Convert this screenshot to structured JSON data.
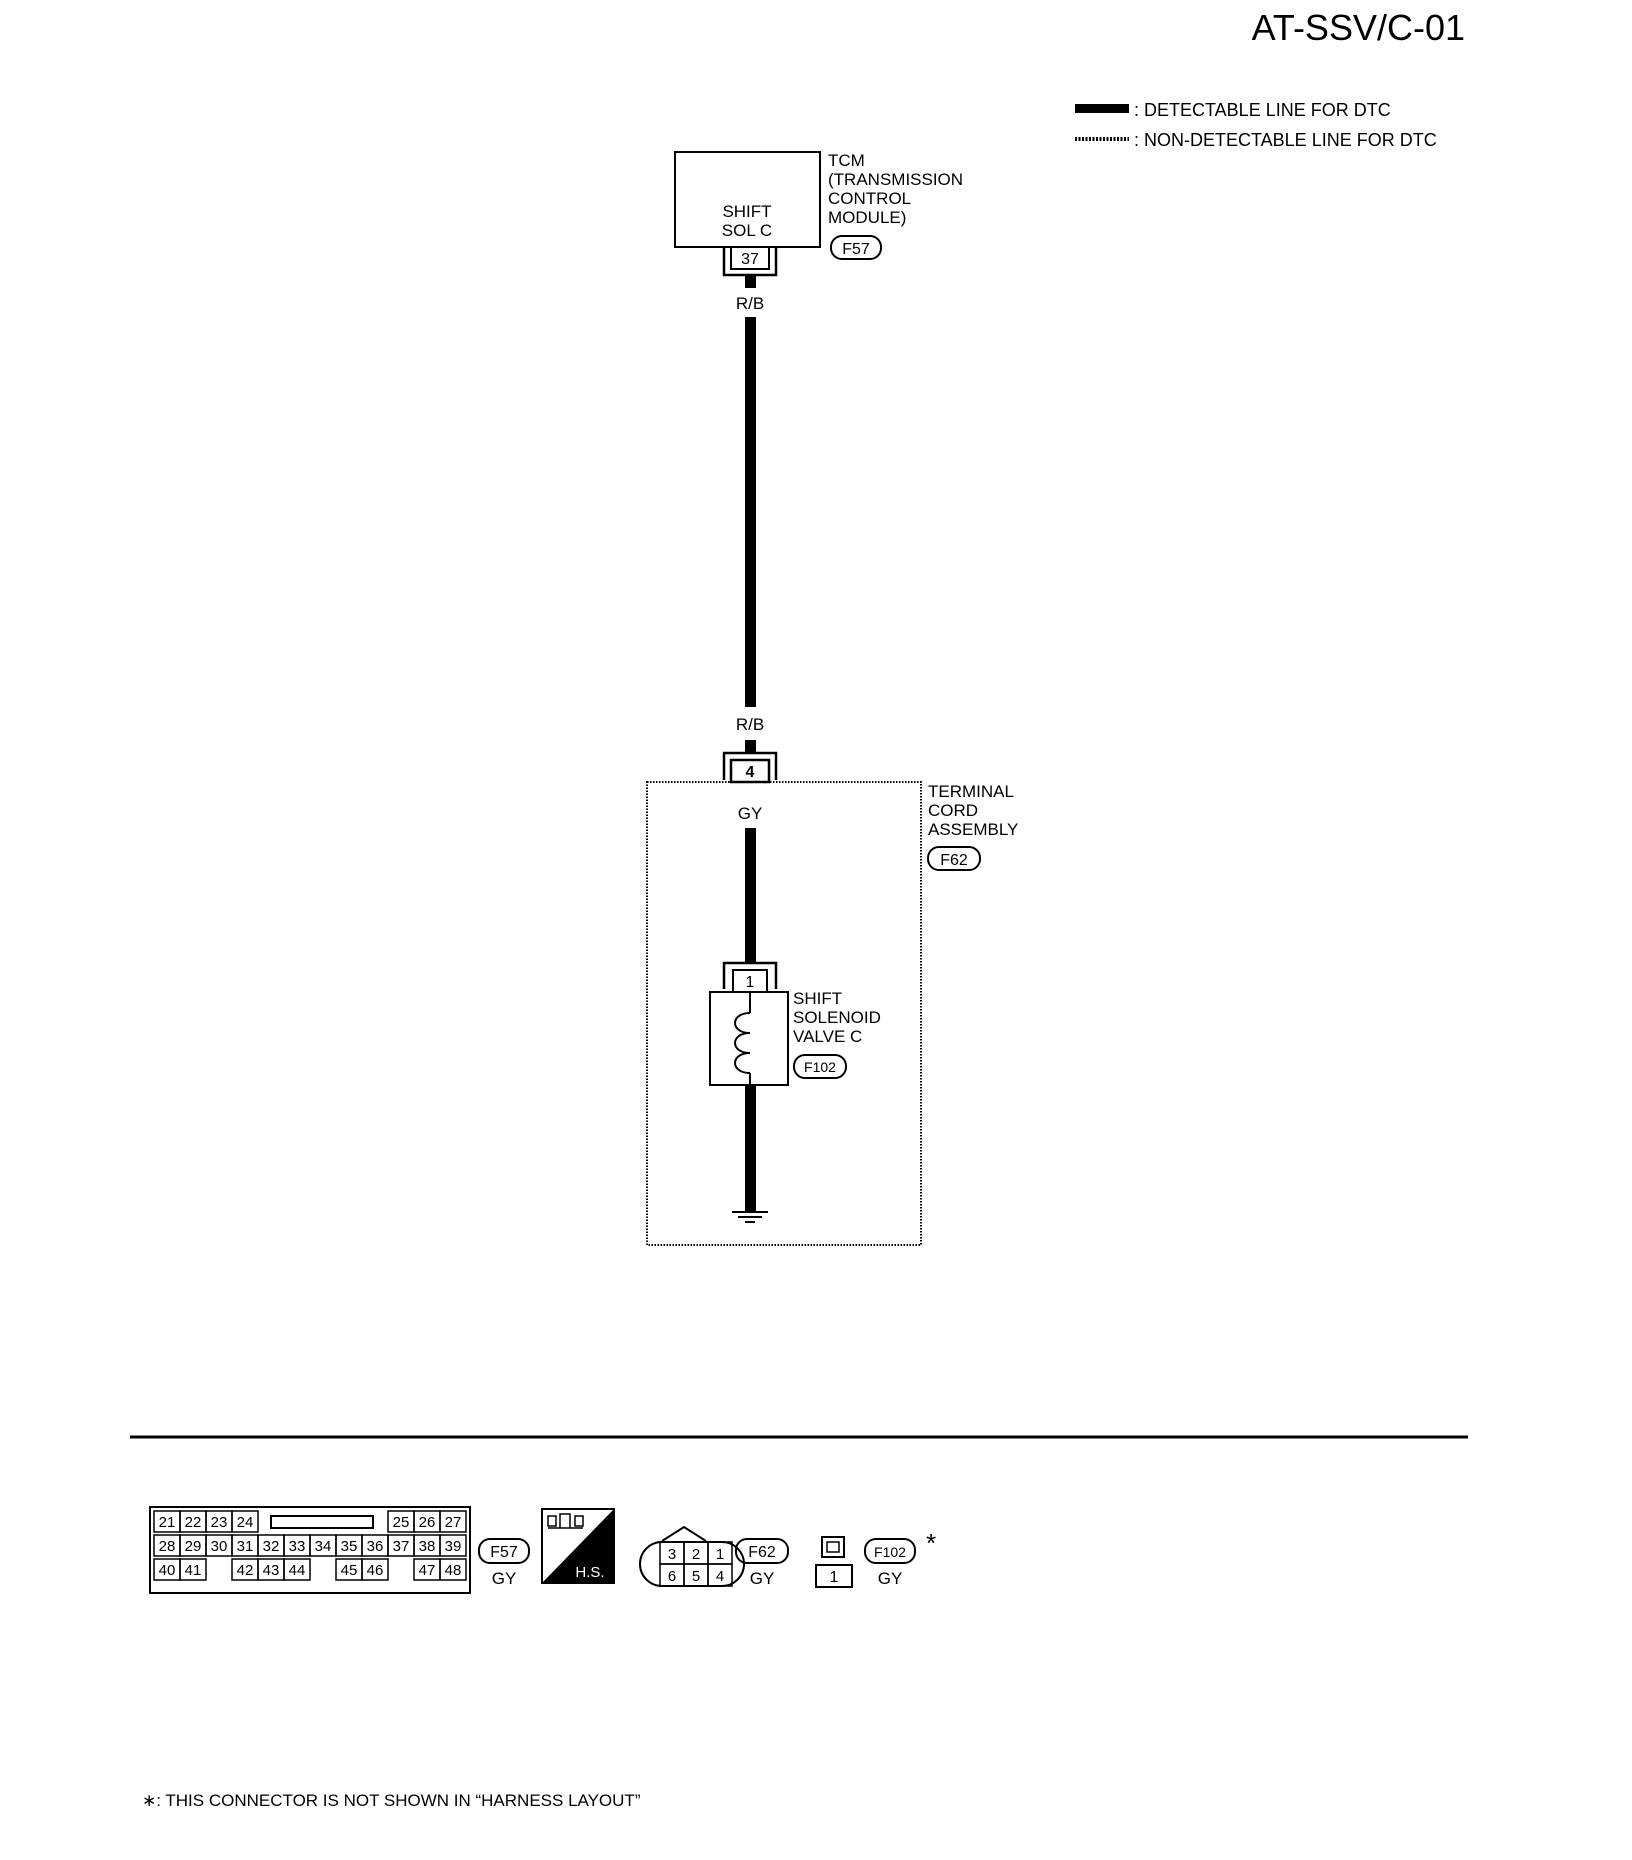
{
  "page_code": "AT-SSV/C-01",
  "legend": {
    "detectable": ": DETECTABLE LINE FOR DTC",
    "non_detectable": ": NON-DETECTABLE LINE FOR DTC"
  },
  "tcm": {
    "name_lines": [
      "TCM",
      "(TRANSMISSION",
      "CONTROL",
      "MODULE)"
    ],
    "inner_lines": [
      "SHIFT",
      "SOL C"
    ],
    "pin": "37",
    "connector": "F57"
  },
  "wire": {
    "color_top": "R/B",
    "color_bottom": "R/B",
    "color_internal": "GY"
  },
  "terminal_cord": {
    "name_lines": [
      "TERMINAL",
      "CORD",
      "ASSEMBLY"
    ],
    "pin": "4",
    "connector": "F62"
  },
  "solenoid": {
    "name_lines": [
      "SHIFT",
      "SOLENOID",
      "VALVE C"
    ],
    "pin": "1",
    "connector": "F102"
  },
  "connector_views": {
    "f57": {
      "row1": [
        "21",
        "22",
        "23",
        "24",
        "25",
        "26",
        "27"
      ],
      "row2": [
        "28",
        "29",
        "30",
        "31",
        "32",
        "33",
        "34",
        "35",
        "36",
        "37",
        "38",
        "39"
      ],
      "row3": [
        "40",
        "41",
        "42",
        "43",
        "44",
        "45",
        "46",
        "47",
        "48"
      ],
      "label": "F57",
      "color": "GY"
    },
    "hs_badge": "H.S.",
    "f62": {
      "top": [
        "3",
        "2",
        "1"
      ],
      "bottom": [
        "6",
        "5",
        "4"
      ],
      "label": "F62",
      "color": "GY"
    },
    "f102": {
      "pin": "1",
      "label": "F102",
      "color": "GY",
      "mark": "*"
    }
  },
  "footnote": "∗: THIS CONNECTOR IS NOT SHOWN IN “HARNESS LAYOUT”"
}
